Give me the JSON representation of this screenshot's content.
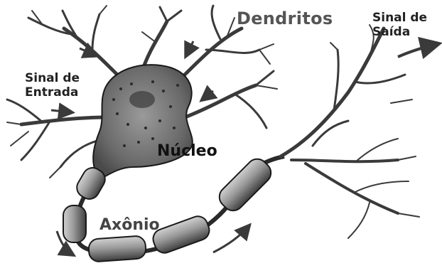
{
  "labels": {
    "dendritos": "Dendritos",
    "nucleo": "Núcleo",
    "axonio": "Axônio",
    "sinal_entrada": [
      "Sinal de",
      "Entrada"
    ],
    "sinal_saida": [
      "Sinal de",
      "Saída"
    ]
  },
  "colors": {
    "background": "#ffffff",
    "cell_body": "#6e6e6e",
    "myelin": "#8a8a8a",
    "outline": "#1a1a1a",
    "arrow": "#3a3a3a"
  }
}
